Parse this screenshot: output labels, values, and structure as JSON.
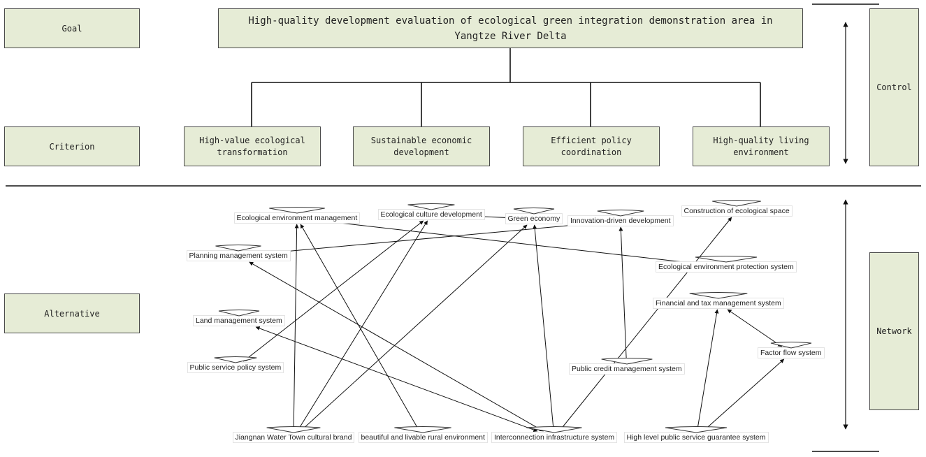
{
  "levels": {
    "goal": "Goal",
    "criterion": "Criterion",
    "alternative": "Alternative"
  },
  "goal_text": "High-quality development evaluation of ecological green integration demonstration area in Yangtze River Delta",
  "criteria": [
    "High-value ecological transformation",
    "Sustainable economic development",
    "Efficient policy coordination",
    "High-quality living environment"
  ],
  "sides": {
    "control": "Control",
    "network": "Network"
  },
  "alternatives": [
    "Ecological environment management",
    "Ecological culture development",
    "Green economy",
    "Innovation-driven development",
    "Construction of ecological space",
    "Planning management system",
    "Ecological environment protection system",
    "Financial and tax management system",
    "Land management system",
    "Factor flow system",
    "Public service policy system",
    "Public credit management system",
    "Jiangnan Water Town cultural brand",
    "beautiful and livable rural environment",
    "Interconnection infrastructure system",
    "High level public service guarantee system"
  ],
  "links": [
    [
      "Ecological culture development",
      "Green economy"
    ],
    [
      "Ecological environment management",
      "Jiangnan Water Town cultural brand"
    ],
    [
      "Ecological environment management",
      "Ecological environment protection system"
    ],
    [
      "Ecological environment management",
      "beautiful and livable rural environment"
    ],
    [
      "Ecological culture development",
      "Public service policy system"
    ],
    [
      "Ecological culture development",
      "Jiangnan Water Town cultural brand"
    ],
    [
      "Green economy",
      "Jiangnan Water Town cultural brand"
    ],
    [
      "Green economy",
      "Interconnection infrastructure system"
    ],
    [
      "Innovation-driven development",
      "Planning management system"
    ],
    [
      "Innovation-driven development",
      "Public credit management system"
    ],
    [
      "Construction of ecological space",
      "Interconnection infrastructure system"
    ],
    [
      "Planning management system",
      "Interconnection infrastructure system"
    ],
    [
      "Land management system",
      "Interconnection infrastructure system"
    ],
    [
      "Financial and tax management system",
      "Factor flow system"
    ],
    [
      "Financial and tax management system",
      "High level public service guarantee system"
    ],
    [
      "Factor flow system",
      "High level public service guarantee system"
    ]
  ]
}
